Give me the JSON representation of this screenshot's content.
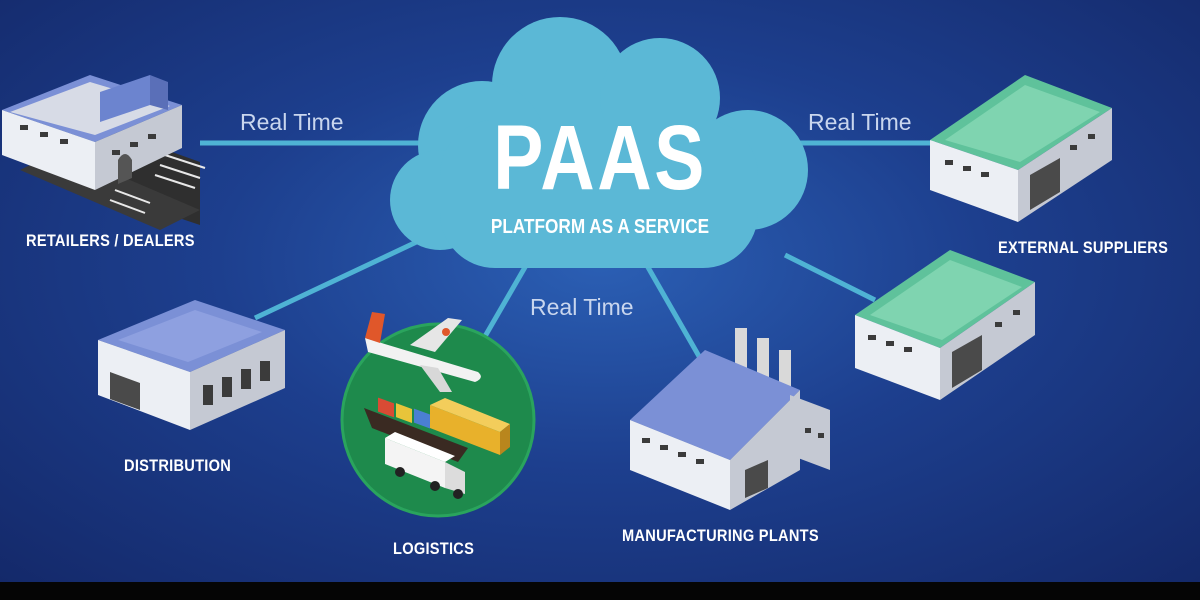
{
  "cloud": {
    "title": "PAAS",
    "subtitle": "PLATFORM AS A SERVICE"
  },
  "connections": {
    "left_label": "Real Time",
    "right_label": "Real Time",
    "bottom_label": "Real Time"
  },
  "nodes": {
    "retailers": "RETAILERS / DEALERS",
    "distribution": "DISTRIBUTION",
    "logistics": "LOGISTICS",
    "manufacturing": "MANUFACTURING PLANTS",
    "suppliers": "EXTERNAL SUPPLIERS"
  },
  "colors": {
    "cloud": "#5bb8d6",
    "connector": "#4fb3d4",
    "roof_blue": "#6f86cf",
    "roof_green": "#5fc29b",
    "logistics_circle": "#1e8a4c"
  }
}
